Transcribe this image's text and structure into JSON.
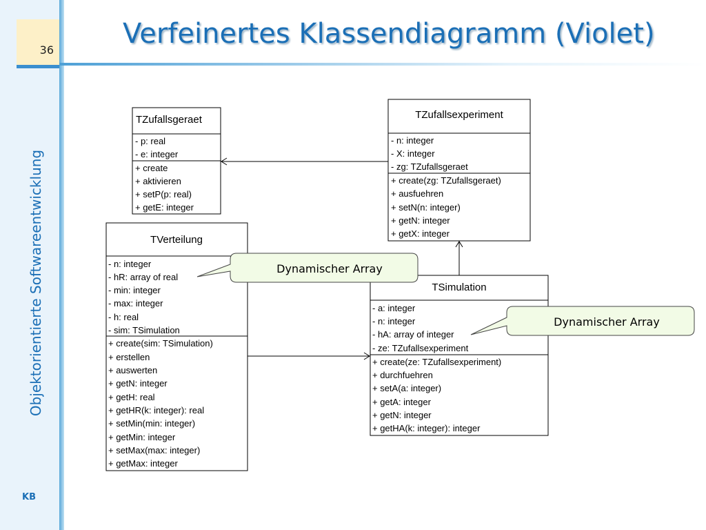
{
  "slide": {
    "page_number": "36",
    "title": "Verfeinertes Klassendiagramm (Violet)",
    "vertical_label": "Objektorientierte Softwareentwicklung",
    "footer": "KB"
  },
  "classes": {
    "tzufallsgeraet": {
      "name": "TZufallsgeraet",
      "attributes": [
        "- p: real",
        "- e: integer"
      ],
      "methods": [
        "+ create",
        "+ aktivieren",
        "+ setP(p: real)",
        "+ getE: integer"
      ]
    },
    "tzufallsexperiment": {
      "name": "TZufallsexperiment",
      "attributes": [
        "- n: integer",
        "- X: integer",
        "- zg: TZufallsgeraet"
      ],
      "methods": [
        "+ create(zg: TZufallsgeraet)",
        "+ ausfuehren",
        "+ setN(n: integer)",
        "+ getN: integer",
        "+ getX: integer"
      ]
    },
    "tverteilung": {
      "name": "TVerteilung",
      "attributes": [
        "- n: integer",
        "- hR: array of real",
        "- min: integer",
        "- max: integer",
        "- h: real",
        "- sim: TSimulation"
      ],
      "methods": [
        "+ create(sim: TSimulation)",
        "+ erstellen",
        "+ auswerten",
        "+ getN: integer",
        "+ getH: real",
        "+ getHR(k: integer): real",
        "+ setMin(min: integer)",
        "+ getMin: integer",
        "+ setMax(max: integer)",
        "+ getMax: integer"
      ]
    },
    "tsimulation": {
      "name": "TSimulation",
      "attributes": [
        "- a: integer",
        "- n: integer",
        "- hA: array of integer",
        "- ze: TZufallsexperiment"
      ],
      "methods": [
        "+ create(ze: TZufallsexperiment)",
        "+ durchfuehren",
        "+ setA(a: integer)",
        "+ getA: integer",
        "+ getN: integer",
        "+ getHA(k: integer): integer"
      ]
    }
  },
  "notes": {
    "verteilung_note": "Dynamischer Array",
    "simulation_note": "Dynamischer Array"
  }
}
